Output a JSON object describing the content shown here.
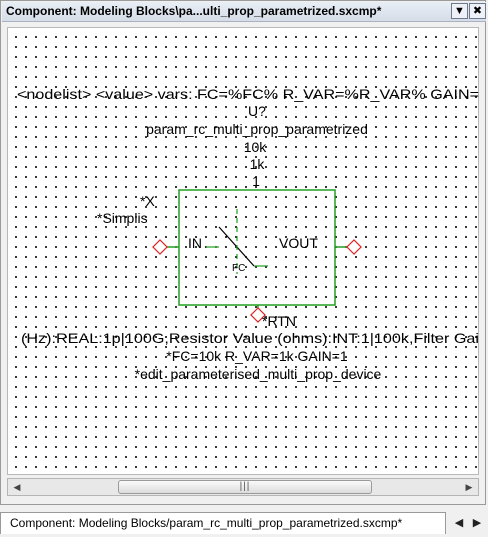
{
  "window": {
    "title": "Component: Modeling Blocks\\pa...ulti_prop_parametrized.sxcmp*",
    "menu_icon": "chevron-down-icon",
    "close_icon": "close-icon"
  },
  "schematic": {
    "line1": "<nodelist> <value> vars: FC=%FC% R_VAR=%R_VAR% GAIN=",
    "line2": "U?",
    "line3": "param_rc_multi_prop_parametrized",
    "line4": "10k",
    "line5": "1k",
    "line6": "1",
    "pin_x": "*X",
    "simplis": "*Simplis",
    "in_label": "IN",
    "vout_label": "VOUT",
    "fc_label": "FC",
    "rtn_label": "*RTN",
    "param_line": "(Hz):REAL:1p|100G,Resistor Value (ohms):INT:1|100k,Filter Gai",
    "defaults_line": "*FC=10k R_VAR=1k GAIN=1",
    "edit_line": "*edit_parameterised_multi_prop_device",
    "colors": {
      "body": "#22a022",
      "pin": "#e02020",
      "text": "#000000"
    }
  },
  "scrollbar": {
    "left_icon": "arrow-left-icon",
    "right_icon": "arrow-right-icon",
    "grip": "|||"
  },
  "tabs": {
    "active_label": "Component: Modeling Blocks/param_rc_multi_prop_parametrized.sxcmp*",
    "prev_icon": "triangle-left-icon",
    "next_icon": "triangle-right-icon"
  }
}
